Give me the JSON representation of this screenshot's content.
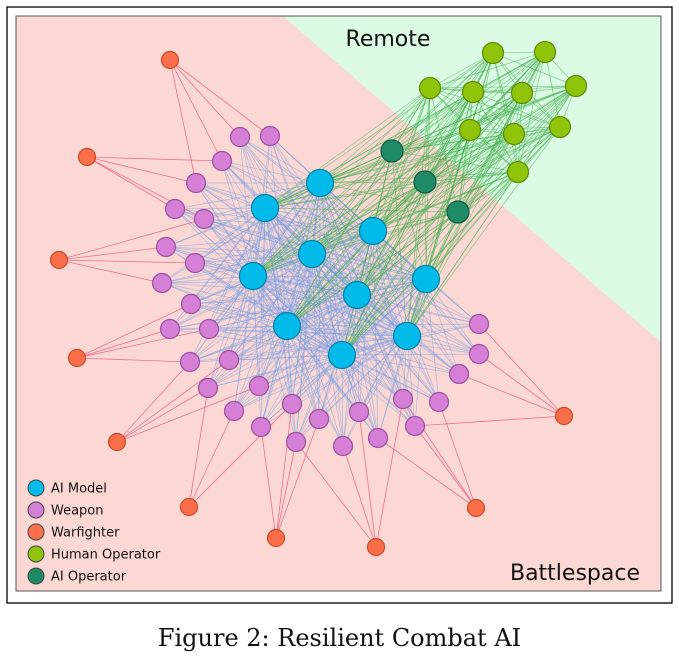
{
  "figure": {
    "caption": "Figure 2: Resilient Combat AI",
    "regions": {
      "remote_label": "Remote",
      "battlespace_label": "Battlespace",
      "remote_color": "#dbfbe5",
      "battlespace_color": "#fcd8d4"
    },
    "legend": [
      {
        "label": "AI Model",
        "color": "#00bbea"
      },
      {
        "label": "Weapon",
        "color": "#d57fd6"
      },
      {
        "label": "Warfighter",
        "color": "#fb6e4a"
      },
      {
        "label": "Human Operator",
        "color": "#8fc40a"
      },
      {
        "label": "AI Operator",
        "color": "#1e8a66"
      }
    ],
    "edge_colors": {
      "ai_links": "#6f9be6",
      "warfighter_links": "#e9557a",
      "operator_links": "#3fae4a"
    }
  }
}
